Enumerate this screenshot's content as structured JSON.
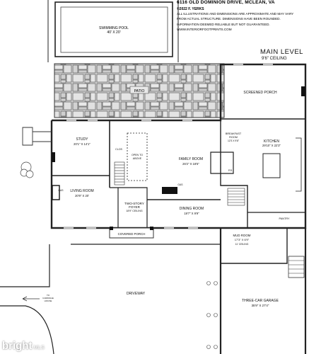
{
  "header": {
    "address": "6116 OLD DOMINION DRIVE, MCLEAN, VA",
    "copyright": "©2022 F. YERKS",
    "disclaimer_lines": [
      "ALL ILLUSTRATIONS AND DIMENSIONS ARE APPROXIMATE AND MAY VARY",
      "FROM ACTUAL STRUCTURE. DIMENSIONS HAVE BEEN ROUNDED.",
      "INFORMATION DEEMED RELIABLE BUT NOT GUARANTEED.",
      "WWW.INTERIORFOOTPRINTS.COM"
    ],
    "level": "MAIN LEVEL",
    "ceiling": "9'6\" CEILING"
  },
  "rooms": {
    "pool": {
      "name": "SWIMMING POOL",
      "dims": "40' X 20'"
    },
    "patio": {
      "name": "PATIO"
    },
    "screened_porch": {
      "name": "SCREENED PORCH"
    },
    "breakfast": {
      "name": "BREAKFAST",
      "name2": "ROOM",
      "dims": "12'3 X 9'8\""
    },
    "kitchen": {
      "name": "KITCHEN",
      "dims": "29'10\" X 22'3\""
    },
    "study": {
      "name": "STUDY",
      "dims": "20'1\" X 14'1\""
    },
    "clos": {
      "name": "CLOS"
    },
    "open_above": {
      "name": "OPEN TO",
      "name2": "ABOVE"
    },
    "family": {
      "name": "FAMILY ROOM",
      "dims": "26'2\" X 18'5\""
    },
    "pr": {
      "name": "P.R."
    },
    "gas_family": {
      "name": "GAS"
    },
    "living": {
      "name": "LIVING ROOM",
      "dims": "20'9\" X 20'"
    },
    "gas_living": {
      "name": "GAS"
    },
    "foyer": {
      "name": "TWO-STORY",
      "name2": "FOYER",
      "ceiling": "18'9\" CEILING"
    },
    "dining": {
      "name": "DINING ROOM",
      "dims": "19'7\" X 9'9\""
    },
    "pantry": {
      "name": "PANTRY"
    },
    "covered_porch": {
      "name": "COVERED PORCH"
    },
    "mud": {
      "name": "MUD ROOM",
      "dims": "17'3\" X 6'9\"",
      "ceiling": "11' CEILING"
    },
    "driveway": {
      "name": "DRIVEWAY"
    },
    "carriage": {
      "name": "TO",
      "name2": "CARRIAGE",
      "name3": "HOUSE"
    },
    "garage": {
      "name": "THREE-CAR GARAGE",
      "dims": "35'9\" X 27'4\""
    }
  },
  "watermark": {
    "brand": "bright",
    "suffix": "MLS"
  },
  "colors": {
    "line": "#222222",
    "stone": "#d8d8d8",
    "stone_edge": "#555555",
    "bg": "#ffffff"
  }
}
